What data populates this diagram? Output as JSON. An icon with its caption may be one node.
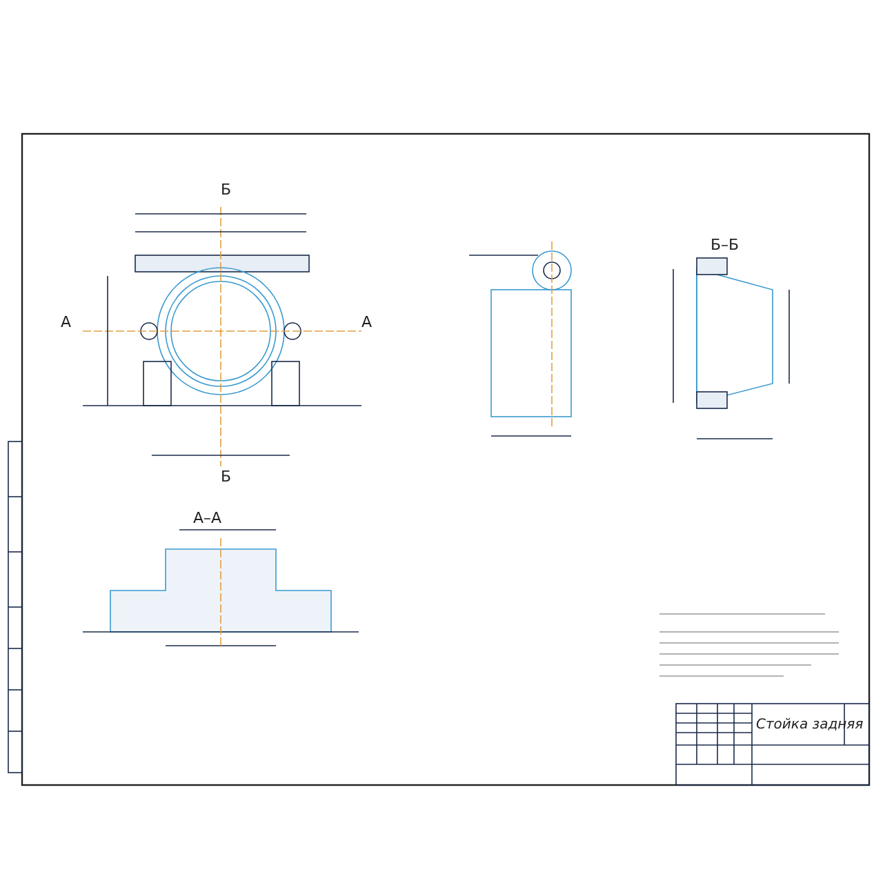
{
  "diagram": {
    "labels": [
      "Б",
      "А",
      "А",
      "Б",
      "Б–Б",
      "А–А",
      "Стойка задняя"
    ]
  }
}
